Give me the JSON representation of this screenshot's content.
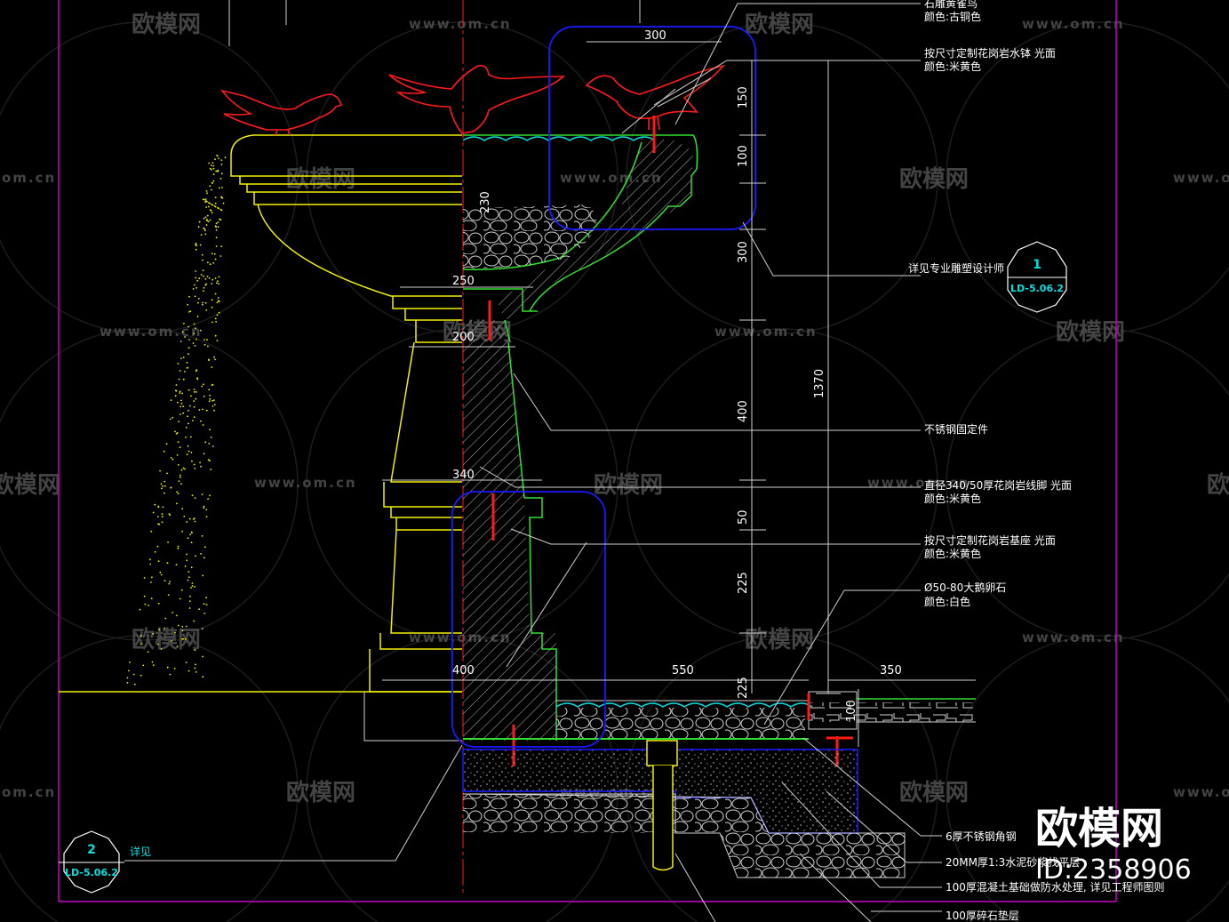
{
  "colors": {
    "background": "#000000",
    "frame": "#c800c8",
    "yellow": "#f0f000",
    "green": "#30e030",
    "red": "#ff1a1a",
    "cyan": "#00e0e0",
    "blue": "#1a1aff",
    "white": "#ffffff",
    "dimension": "#cfcfcf",
    "watermark": "#5a5a5a"
  },
  "dimensions": {
    "d300_top": "300",
    "d150": "150",
    "d100_bowl": "100",
    "d230": "230",
    "d300_side": "300",
    "d250": "250",
    "d200": "200",
    "d400_side": "400",
    "d1370": "1370",
    "d340": "340",
    "d50": "50",
    "d225_upper": "225",
    "d225_lower": "225",
    "d400_base": "400",
    "d550": "550",
    "d350": "350",
    "d100_edge": "100"
  },
  "notes": {
    "n1_title": "石雕黄雀鸟",
    "n1_color": "颜色:古铜色",
    "n2_title": "按尺寸定制花岗岩水钵 光面",
    "n2_color": "颜色:米黄色",
    "n3": "详见专业雕塑设计师",
    "n4": "不锈钢固定件",
    "n5_title": "直径340/50厚花岗岩线脚 光面",
    "n5_color": "颜色:米黄色",
    "n6_title": "按尺寸定制花岗岩基座 光面",
    "n6_color": "颜色:米黄色",
    "n7_title": "Ø50-80大鹅卵石",
    "n7_color": "颜色:白色",
    "n8": "6厚不锈钢角钢",
    "n9": "20MM厚1:3水泥砂浆找平层",
    "n10": "100厚混凝土基础做防水处理, 详见工程师图则",
    "n11": "100厚碎石垫层"
  },
  "callouts": {
    "c1_num": "1",
    "c1_ref": "LD-5.06.2",
    "c2_num": "2",
    "c2_ref": "LD-5.06.2",
    "c2_note": "详见"
  },
  "watermark": {
    "cn": "欧模网",
    "url": "www.om.cn",
    "url_short": "om.cn",
    "brand": "欧模网",
    "id": "ID:2358906"
  }
}
